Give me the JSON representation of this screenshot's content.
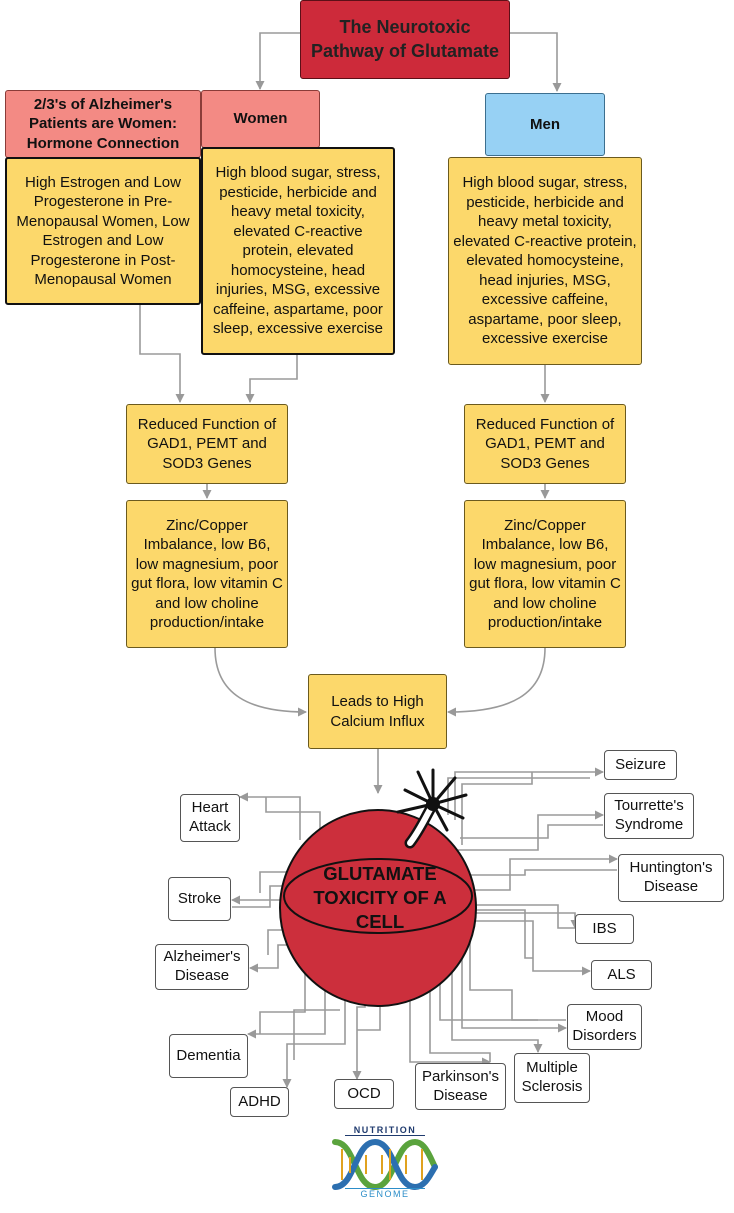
{
  "title": "The Neurotoxic Pathway of Glutamate",
  "hormone_box": "2/3's of Alzheimer's Patients are Women: Hormone Connection",
  "women_label": "Women",
  "men_label": "Men",
  "hormone_detail": "High Estrogen and Low Progesterone in Pre-Menopausal Women, Low Estrogen and Low Progesterone in Post-Menopausal Women",
  "women_factors": "High blood sugar, stress, pesticide, herbicide and heavy metal toxicity, elevated C-reactive protein, elevated homocysteine, head injuries, MSG, excessive caffeine, aspartame, poor sleep, excessive exercise",
  "men_factors": "High blood sugar, stress, pesticide, herbicide and heavy metal toxicity, elevated C-reactive protein, elevated homocysteine, head injuries, MSG, excessive caffeine, aspartame, poor sleep, excessive exercise",
  "genes_left": "Reduced Function of GAD1, PEMT and SOD3 Genes",
  "genes_right": "Reduced Function of GAD1, PEMT and SOD3 Genes",
  "nutrients_left": "Zinc/Copper Imbalance, low B6, low magnesium, poor gut flora, low vitamin C and low choline production/intake",
  "nutrients_right": "Zinc/Copper Imbalance, low B6, low magnesium, poor gut flora, low vitamin C and low choline production/intake",
  "calcium": "Leads to High Calcium Influx",
  "center": "GLUTAMATE TOXICITY OF A CELL",
  "outcomes": {
    "heart_attack": "Heart Attack",
    "stroke": "Stroke",
    "alzheimers": "Alzheimer's Disease",
    "dementia": "Dementia",
    "adhd": "ADHD",
    "ocd": "OCD",
    "parkinsons": "Parkinson's Disease",
    "ms": "Multiple Sclerosis",
    "mood": "Mood Disorders",
    "als": "ALS",
    "ibs": "IBS",
    "huntingtons": "Huntington's Disease",
    "tourettes": "Tourrette's Syndrome",
    "seizure": "Seizure"
  },
  "logo": {
    "top": "NUTRITION",
    "bottom": "GENOME"
  },
  "colors": {
    "title_red": "#cd2a3a",
    "salmon": "#f38a84",
    "blue": "#97d1f4",
    "yellow": "#fcd86b",
    "cell_red": "#cc2f3c",
    "connector": "#999999"
  }
}
